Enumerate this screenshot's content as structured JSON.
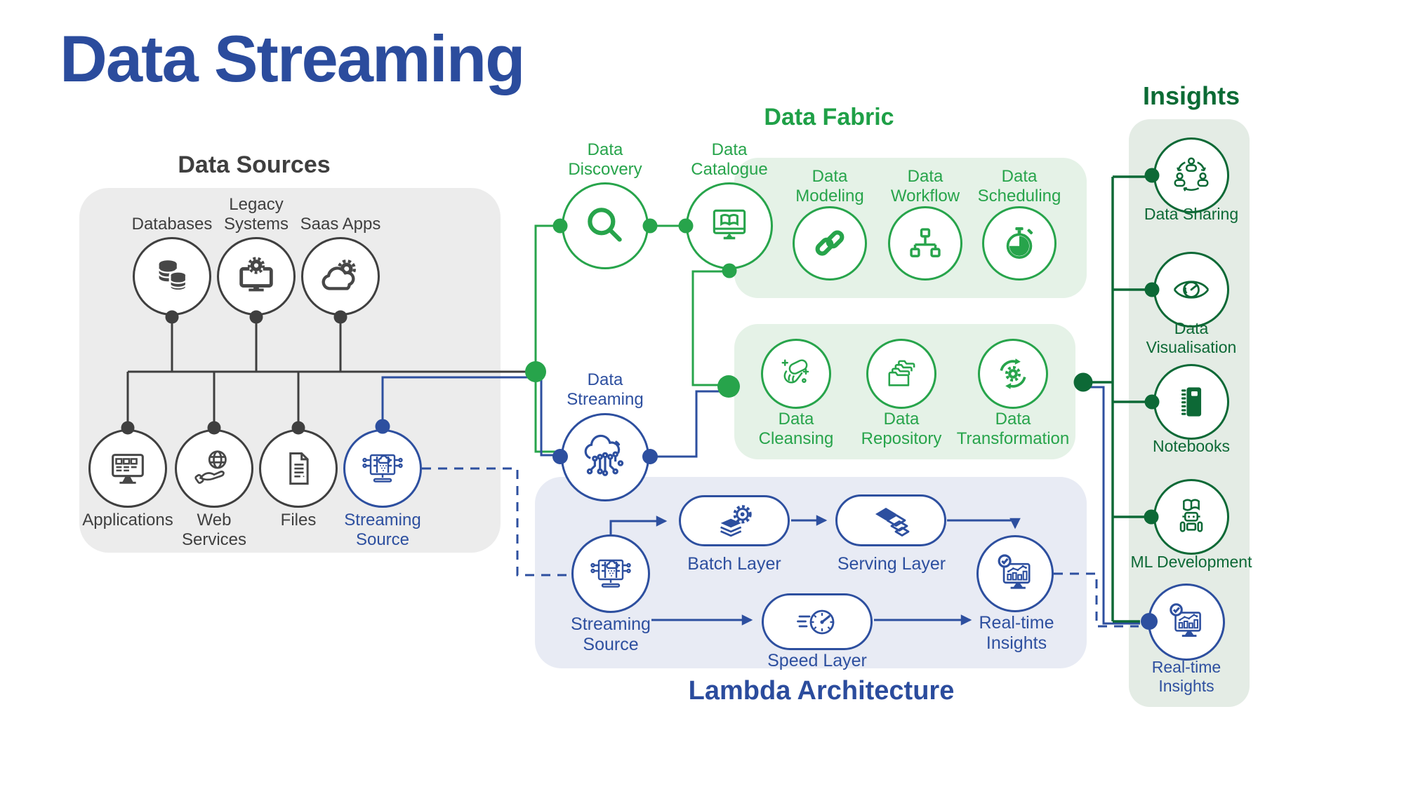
{
  "title": "Data Streaming",
  "colors": {
    "blue": "#2d4f9f",
    "title_blue": "#2b4c9d",
    "green": "#27a44b",
    "dark_green": "#0d6936",
    "gray": "#3f3f3f",
    "light_gray_panel": "#ececec",
    "light_green_panel": "#e5f2e7",
    "sage_panel": "#e4ece5",
    "light_blue_panel": "#e8ebf4"
  },
  "data_sources": {
    "title": "Data Sources",
    "top_row": [
      {
        "label": "Databases",
        "icon": "databases-icon"
      },
      {
        "label": "Legacy Systems",
        "icon": "legacy-systems-icon"
      },
      {
        "label": "Saas Apps",
        "icon": "saas-apps-icon"
      }
    ],
    "bottom_row": [
      {
        "label": "Applications",
        "icon": "applications-icon"
      },
      {
        "label": "Web Services",
        "icon": "web-services-icon"
      },
      {
        "label": "Files",
        "icon": "file-icon"
      },
      {
        "label": "Streaming Source",
        "icon": "streaming-source-icon"
      }
    ]
  },
  "data_fabric": {
    "title": "Data Fabric",
    "discovery": {
      "label": "Data Discovery",
      "icon": "search-icon"
    },
    "catalogue": {
      "label": "Data Catalogue",
      "icon": "monitor-book-icon"
    },
    "row1": [
      {
        "label": "Data Modeling",
        "icon": "chain-link-icon"
      },
      {
        "label": "Data Workflow",
        "icon": "workflow-icon"
      },
      {
        "label": "Data Scheduling",
        "icon": "stopwatch-icon"
      }
    ],
    "row2": [
      {
        "label": "Data Cleansing",
        "icon": "cleaning-hand-icon"
      },
      {
        "label": "Data Repository",
        "icon": "folders-icon"
      },
      {
        "label": "Data Transformation",
        "icon": "gear-cycle-icon"
      }
    ]
  },
  "streaming_hub": {
    "label": "Data Streaming",
    "icon": "cloud-circuit-icon"
  },
  "lambda": {
    "title": "Lambda Architecture",
    "streaming_source": {
      "label": "Streaming Source",
      "icon": "streaming-source-icon"
    },
    "batch_layer": {
      "label": "Batch Layer",
      "icon": "layers-gear-icon"
    },
    "serving_layer": {
      "label": "Serving Layer",
      "icon": "stacked-sheets-icon"
    },
    "speed_layer": {
      "label": "Speed Layer",
      "icon": "speedometer-icon"
    },
    "realtime_insights": {
      "label": "Real-time Insights",
      "icon": "monitor-chart-check-icon"
    }
  },
  "insights": {
    "title": "Insights",
    "items": [
      {
        "label": "Data Sharing",
        "icon": "people-share-icon"
      },
      {
        "label": "Data Visualisation",
        "icon": "eye-gauge-icon"
      },
      {
        "label": "Notebooks",
        "icon": "notebook-icon"
      },
      {
        "label": "ML Development",
        "icon": "robot-book-icon"
      },
      {
        "label": "Real-time Insights",
        "icon": "monitor-chart-check-icon"
      }
    ]
  }
}
